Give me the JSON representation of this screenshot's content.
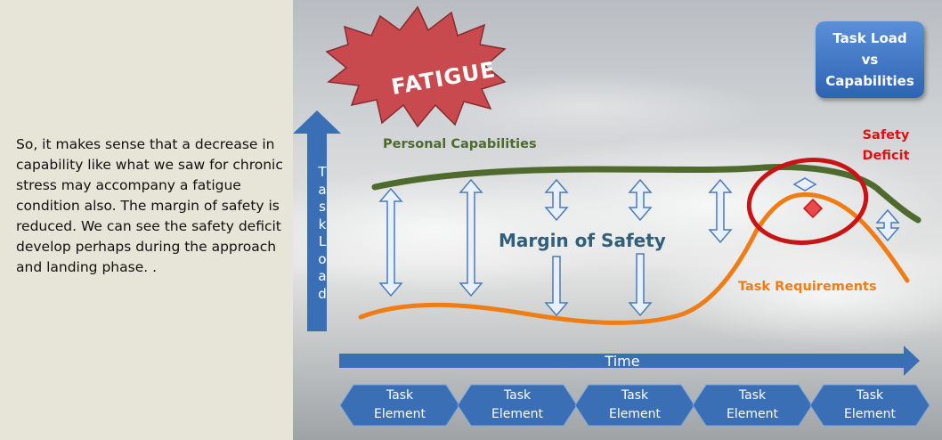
{
  "notes": {
    "text": "So, it makes sense that a decrease in capability like what we saw for chronic stress may accompany a fatigue condition also. The margin of safety is reduced. We can see the safety deficit develop perhaps during the approach and landing phase. ."
  },
  "slide": {
    "title_box": {
      "line1": "Task Load",
      "line2": "vs",
      "line3": "Capabilities"
    },
    "fatigue_label": "FATIGUE",
    "y_axis_label": [
      "T",
      "a",
      "s",
      "k",
      "L",
      "o",
      "a",
      "d"
    ],
    "x_axis_label": "Time",
    "personal_capabilities_label": "Personal Capabilities",
    "margin_of_safety_label": "Margin of Safety",
    "task_requirements_label": "Task Requirements",
    "safety_deficit": {
      "line1": "Safety",
      "line2": "Deficit"
    },
    "task_elements": [
      {
        "line1": "Task",
        "line2": "Element"
      },
      {
        "line1": "Task",
        "line2": "Element"
      },
      {
        "line1": "Task",
        "line2": "Element"
      },
      {
        "line1": "Task",
        "line2": "Element"
      },
      {
        "line1": "Task",
        "line2": "Element"
      }
    ],
    "colors": {
      "capabilities_line": "#4e6a2c",
      "requirements_line": "#ef7d16",
      "arrows": "#4a7ab8",
      "deficit": "#e01010",
      "fatigue_burst": "#c94a4e"
    }
  }
}
